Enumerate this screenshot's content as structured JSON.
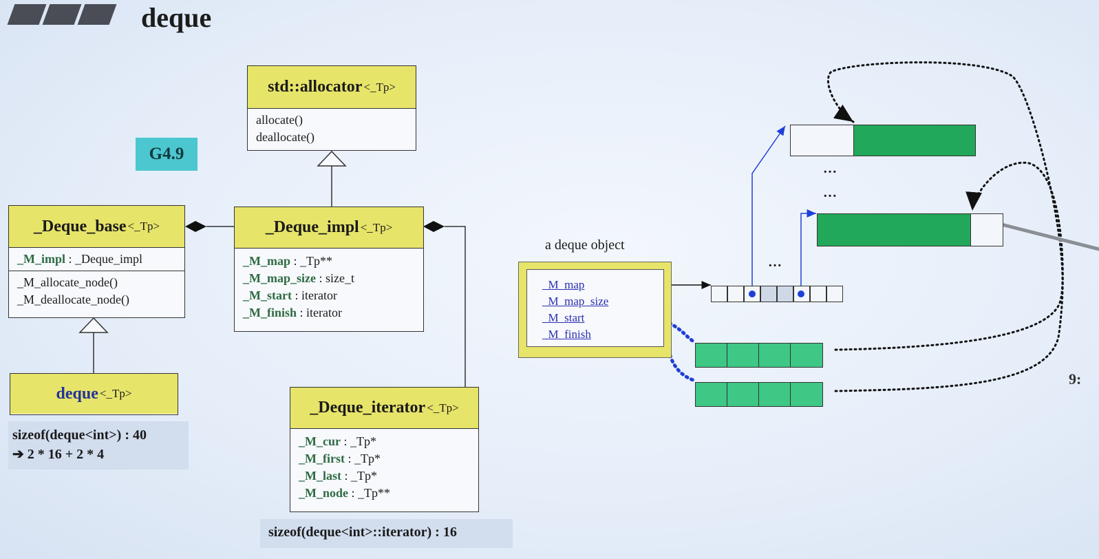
{
  "slide": {
    "title": "deque",
    "version_tag": "G4.9",
    "slide_number": "9:"
  },
  "classes": {
    "allocator": {
      "name": "std::allocator",
      "tparam": "<_Tp>",
      "methods": [
        "allocate()",
        "deallocate()"
      ]
    },
    "deque_base": {
      "name": "_Deque_base",
      "tparam": "<_Tp>",
      "fields": [
        {
          "name": "_M_impl",
          "type": " : _Deque_impl"
        }
      ],
      "methods": [
        "_M_allocate_node()",
        "_M_deallocate_node()"
      ]
    },
    "deque_impl": {
      "name": "_Deque_impl",
      "tparam": "<_Tp>",
      "fields": [
        {
          "name": "_M_map",
          "type": " : _Tp**"
        },
        {
          "name": "_M_map_size",
          "type": " : size_t"
        },
        {
          "name": "_M_start",
          "type": " : iterator"
        },
        {
          "name": "_M_finish",
          "type": " : iterator"
        }
      ]
    },
    "deque": {
      "name": "deque",
      "tparam": "<_Tp>"
    },
    "deque_iterator": {
      "name": "_Deque_iterator",
      "tparam": "<_Tp>",
      "fields": [
        {
          "name": "_M_cur",
          "type": " : _Tp*"
        },
        {
          "name": "_M_first",
          "type": " : _Tp*"
        },
        {
          "name": "_M_last",
          "type": " : _Tp*"
        },
        {
          "name": "_M_node",
          "type": " : _Tp**"
        }
      ]
    }
  },
  "notes": {
    "sizeof_deque": [
      "sizeof(deque<int>) : 40",
      "➔ 2 * 16 + 2 * 4"
    ],
    "sizeof_iterator": "sizeof(deque<int>::iterator) : 16"
  },
  "object": {
    "label": "a deque object",
    "fields": [
      "_M_map",
      "_M_map_size",
      "_M_start",
      "_M_finish"
    ]
  },
  "memory": {
    "ellipsis": [
      "…",
      "…",
      "…"
    ]
  },
  "colors": {
    "class_header": "#e7e46a",
    "tag": "#4cc7cf",
    "buffer_green": "#22a85a",
    "iterator_green": "#3ec785",
    "pointer_blue": "#1f3fd6"
  }
}
